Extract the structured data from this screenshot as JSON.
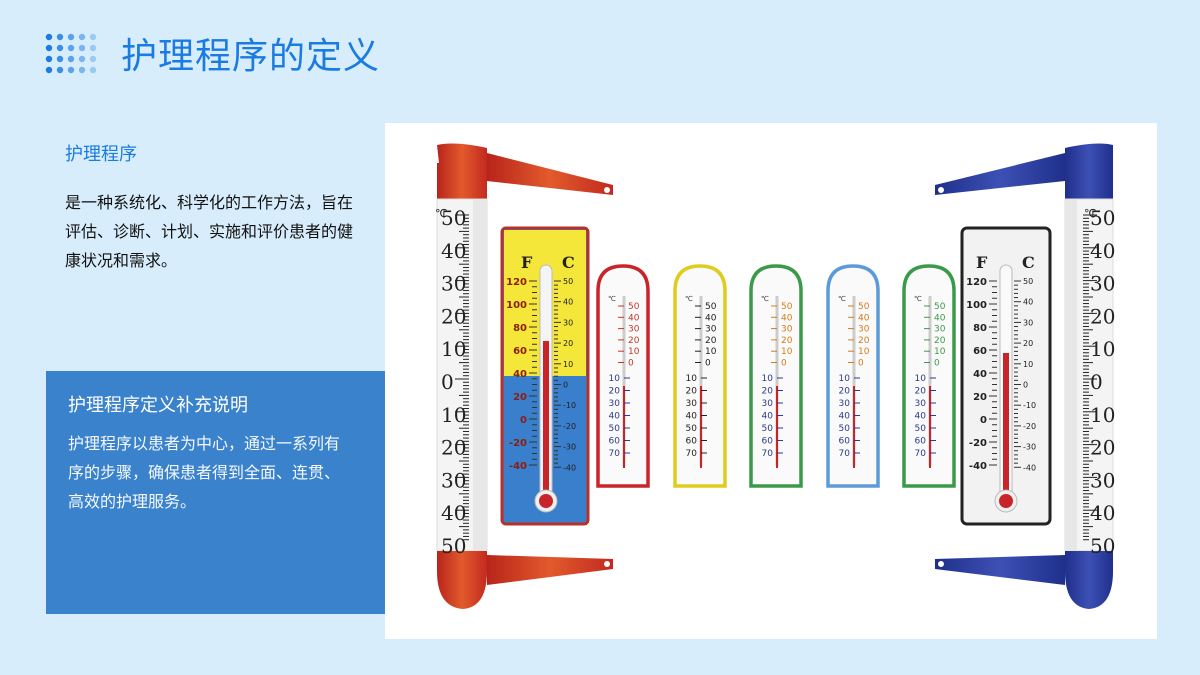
{
  "header": {
    "title": "护理程序的定义"
  },
  "section": {
    "heading": "护理程序",
    "body": "是一种系统化、科学化的工作方法，旨在评估、诊断、计划、实施和评价患者的健康状况和需求。"
  },
  "info_box": {
    "title": "护理程序定义补充说明",
    "body": "护理程序以患者为中心，通过一系列有序的步骤，确保患者得到全面、连贯、高效的护理服务。"
  },
  "illustration": {
    "big_scale_labels": [
      "50",
      "40",
      "30",
      "20",
      "10",
      "0",
      "10",
      "20",
      "30",
      "40",
      "50"
    ],
    "unit": "℃",
    "f_label": "F",
    "c_label": "C",
    "f_scale": [
      "120",
      "100",
      "80",
      "60",
      "40",
      "20",
      "0",
      "-20",
      "-40"
    ],
    "c_scale": [
      "50",
      "40",
      "30",
      "20",
      "10",
      "0",
      "-10",
      "-20",
      "-30",
      "-40"
    ],
    "small_scale_top": [
      "50",
      "40",
      "30",
      "20",
      "10",
      "0"
    ],
    "small_scale_bottom": [
      "10",
      "20",
      "30",
      "40",
      "50",
      "60",
      "70"
    ],
    "colors": {
      "accent": "#1a7be0",
      "box": "#3a82cc",
      "red": "#d93a2a",
      "blue": "#2d3f9e",
      "yellow": "#f5e63a"
    }
  }
}
